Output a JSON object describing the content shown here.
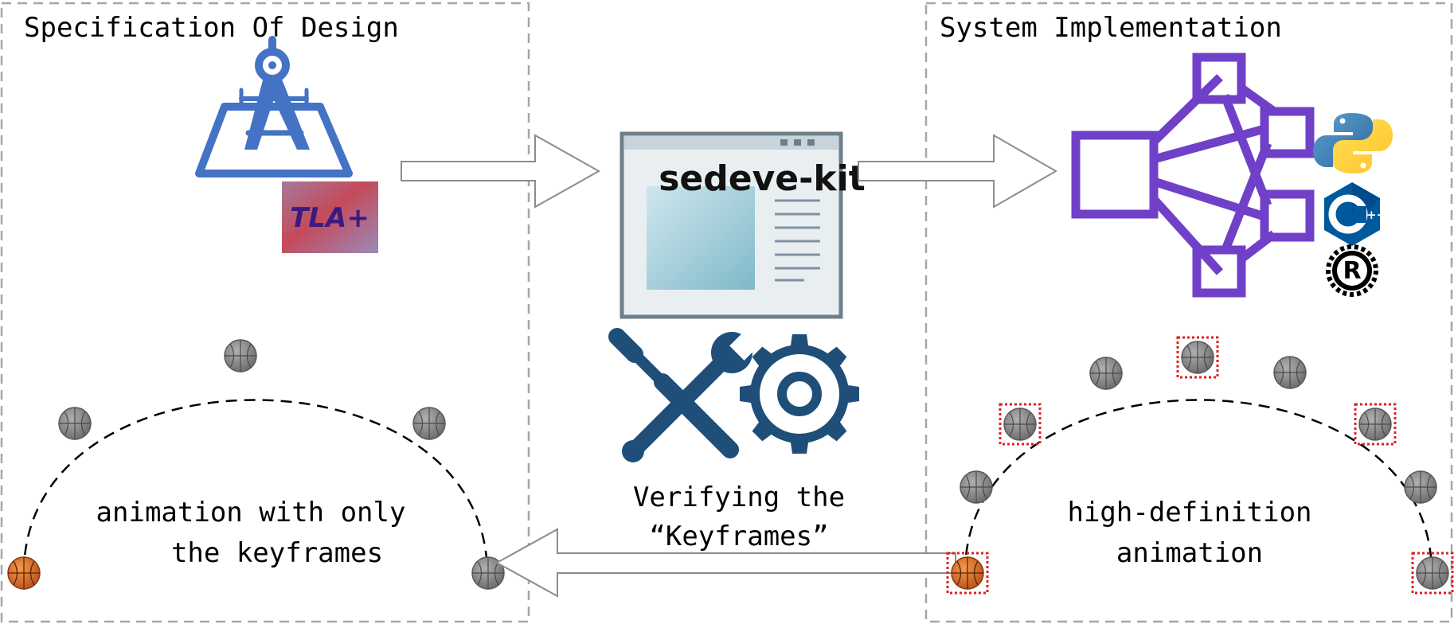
{
  "left_panel": {
    "title": "Specification Of Design",
    "tla_logo_text": "TLA+",
    "caption_line1": "animation with only",
    "caption_line2": "the keyframes"
  },
  "right_panel": {
    "title": "System Implementation",
    "caption_line1": "high-definition",
    "caption_line2": "animation"
  },
  "middle": {
    "tool_name": "sedeve-kit",
    "caption_line1": "Verifying the",
    "caption_line2": "“Keyframes”"
  },
  "colors": {
    "panel_border": "#a6a6a6",
    "compass_blue": "#4472c4",
    "graph_purple": "#7040c8",
    "tools_navy": "#1f4e79",
    "keyframe_ball": "#808080",
    "basketball": "#e07020",
    "keyframe_highlight": "#e02020",
    "arrow_outline": "#8c8c8c"
  },
  "icons": {
    "design": "compass-icon",
    "tla": "tla-plus-logo",
    "tool": "application-window-icon",
    "verify": "wrench-gear-icon",
    "implementation": "network-graph-icon",
    "languages": [
      "python-icon",
      "cpp-icon",
      "rust-icon"
    ]
  }
}
